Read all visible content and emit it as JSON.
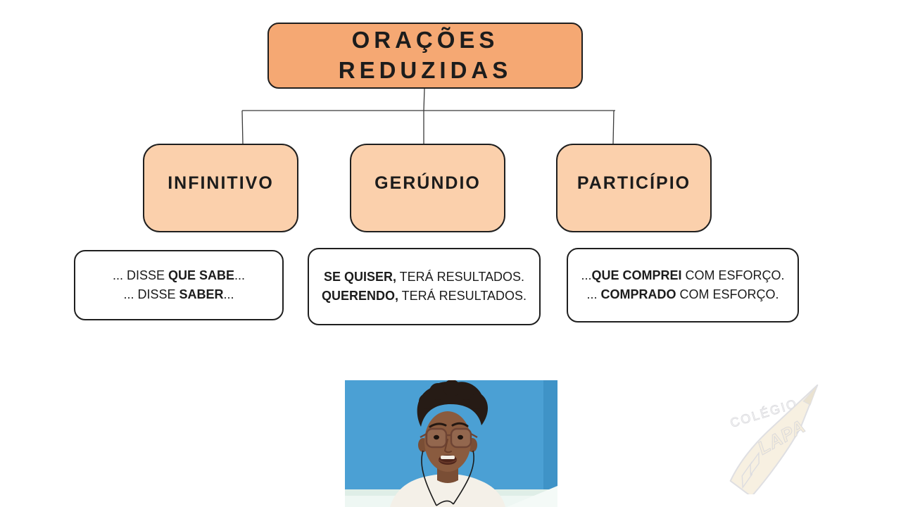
{
  "slide": {
    "background_color": "#ffffff"
  },
  "diagram": {
    "root": {
      "line1": "ORAÇÕES",
      "line2": "REDUZIDAS",
      "fill": "#F5A873",
      "border_color": "#1f1f1f"
    },
    "branch_fill": "#FBD0AC",
    "connector_color": "#3a3a3a",
    "branches": [
      {
        "label": "INFINITIVO",
        "lines": [
          {
            "pre": "... DISSE ",
            "bold": "QUE SABE",
            "post": "..."
          },
          {
            "pre": "... DISSE ",
            "bold": "SABER",
            "post": "..."
          }
        ]
      },
      {
        "label": "GERÚNDIO",
        "lines": [
          {
            "pre": "",
            "bold": "SE QUISER,",
            "post": " TERÁ RESULTADOS."
          },
          {
            "pre": "",
            "bold": "QUERENDO,",
            "post": " TERÁ RESULTADOS."
          }
        ]
      },
      {
        "label": "PARTICÍPIO",
        "lines": [
          {
            "pre": "...",
            "bold": "QUE COMPREI",
            "post": " COM ESFORÇO."
          },
          {
            "pre": "... ",
            "bold": "COMPRADO",
            "post": " COM ESFORÇO."
          }
        ]
      }
    ]
  },
  "video": {
    "background_color": "#4BA0D4"
  },
  "logo": {
    "school_word": "COLÉGIO",
    "name_word": "LAPA"
  }
}
